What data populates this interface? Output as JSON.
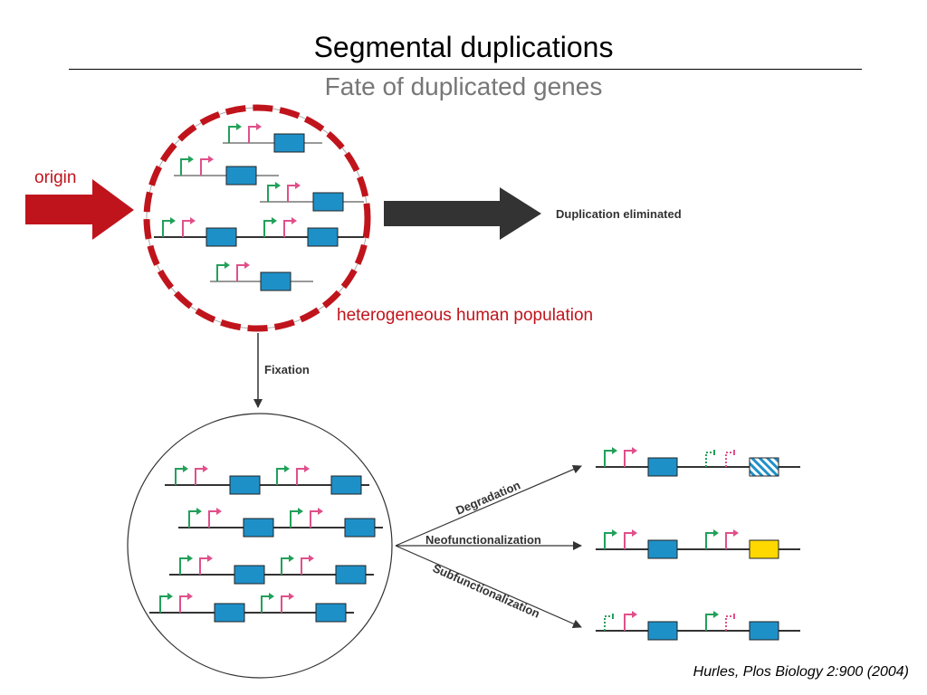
{
  "title": "Segmental duplications",
  "subtitle": "Fate of duplicated genes",
  "labels": {
    "origin": "origin",
    "population": "heterogeneous human population",
    "duplication_eliminated": "Duplication eliminated",
    "fixation": "Fixation",
    "degradation": "Degradation",
    "neofunctionalization": "Neofunctionalization",
    "subfunctionalization": "Subfunctionalization"
  },
  "citation": "Hurles, Plos Biology 2:900 (2004)",
  "colors": {
    "red_accent": "#c0141c",
    "promoter_green": "#22a05a",
    "promoter_pink": "#e0508a",
    "gene_blue": "#1e90c8",
    "neofunction_yellow": "#ffd800",
    "dark_arrow": "#333333"
  }
}
